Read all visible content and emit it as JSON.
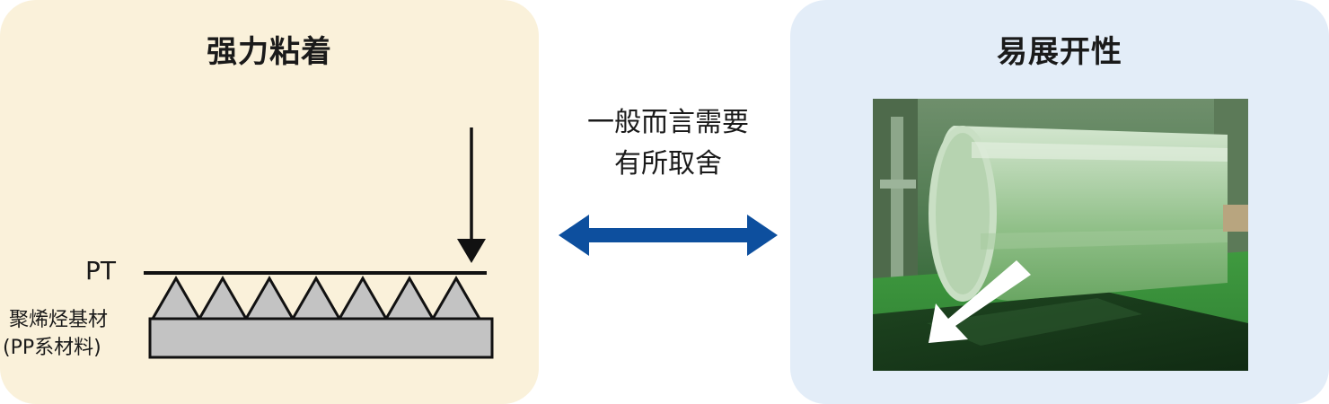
{
  "left_panel": {
    "title": "强力粘着",
    "pt_label": "PT",
    "substrate_label_line1": "聚烯烃基材",
    "substrate_label_line2": "(PP系材料)"
  },
  "center": {
    "line1": "一般而言需要",
    "line2": "有所取舍"
  },
  "right_panel": {
    "title": "易展开性"
  },
  "colors": {
    "left_bg": "#faf1da",
    "right_bg": "#e3edf8",
    "arrow": "#0d4f9e",
    "substrate": "#c3c3c3",
    "roll_green": "#3f9a3f"
  },
  "icons": {
    "force_arrow": "down-arrow-icon",
    "tradeoff_arrow": "double-arrow-icon",
    "unroll_arrow": "white-diagonal-arrow-icon"
  }
}
